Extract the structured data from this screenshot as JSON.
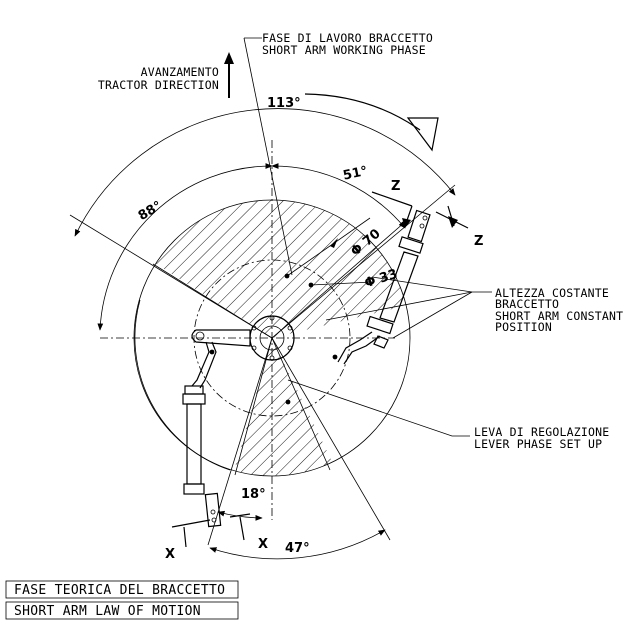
{
  "labels": {
    "working_phase_it": "FASE DI LAVORO BRACCETTO",
    "working_phase_en": "SHORT ARM WORKING PHASE",
    "advance_it": "AVANZAMENTO",
    "advance_en": "TRACTOR DIRECTION",
    "constant_height_1": "ALTEZZA COSTANTE",
    "constant_height_2": "BRACCETTO",
    "constant_height_3": "SHORT ARM CONSTANT",
    "constant_height_4": "POSITION",
    "lever_it": "LEVA DI REGOLAZIONE",
    "lever_en": "LEVER PHASE SET UP"
  },
  "angles": {
    "a113": "113°",
    "a88": "88°",
    "a51": "51°",
    "a18": "18°",
    "a47": "47°"
  },
  "diameters": {
    "d70": "Φ 70",
    "d33": "Φ 33"
  },
  "section_marks": {
    "z_left": "Z",
    "z_right": "Z",
    "x_left": "X",
    "x_right": "X"
  },
  "footer": {
    "line1": "FASE TEORICA DEL BRACCETTO",
    "line2": "SHORT ARM LAW OF MOTION"
  }
}
